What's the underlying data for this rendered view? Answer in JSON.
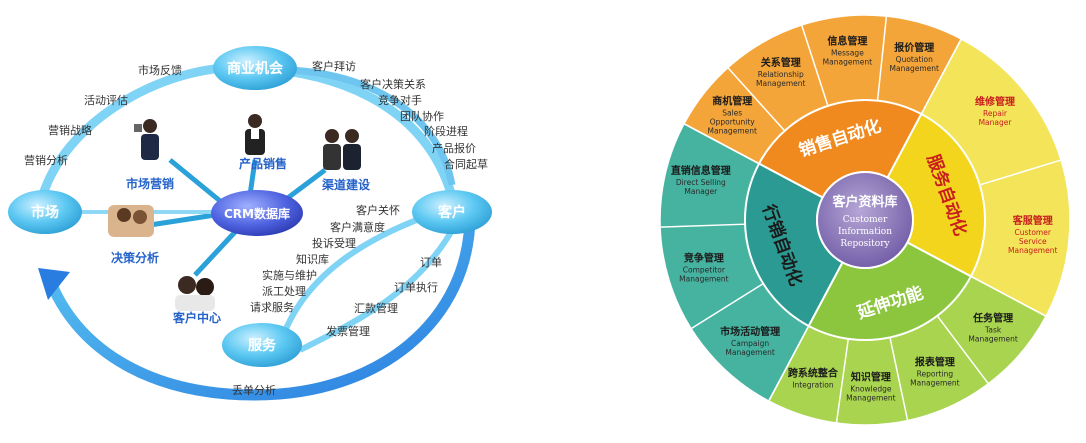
{
  "left": {
    "hubs": {
      "crm_db": "CRM数据库",
      "market": "市场",
      "opportunity": "商业机会",
      "customer": "客户",
      "service": "服务"
    },
    "roles": {
      "marketing": "市场营销",
      "product_sales": "产品销售",
      "channel": "渠道建设",
      "decision": "决策分析",
      "customer_center": "客户中心"
    },
    "upper_left_labels": [
      "市场反馈",
      "活动评估",
      "营销战略",
      "营销分析"
    ],
    "upper_right_labels": [
      "客户拜访",
      "客户决策关系",
      "竞争对手",
      "团队协作",
      "阶段进程",
      "产品报价",
      "合同起草"
    ],
    "service_inner_labels": [
      "客户关怀",
      "客户满意度",
      "投诉受理",
      "知识库",
      "实施与维护",
      "派工处理",
      "请求服务"
    ],
    "service_outer_labels": [
      "订单",
      "订单执行",
      "汇款管理",
      "发票管理"
    ],
    "bottom_label": "丢单分析"
  },
  "right": {
    "center": {
      "cn": "客户资料库",
      "en_lines": [
        "Customer",
        "Information",
        "Repository"
      ]
    },
    "ring_labels": {
      "sales": "销售自动化",
      "service": "服务自动化",
      "extension": "延伸功能",
      "marketing": "行销自动化"
    },
    "segments": [
      {
        "key": "relationship",
        "cn": "关系管理",
        "en": [
          "Relationship",
          "Management"
        ]
      },
      {
        "key": "message",
        "cn": "信息管理",
        "en": [
          "Message",
          "Management"
        ]
      },
      {
        "key": "quotation",
        "cn": "报价管理",
        "en": [
          "Quotation",
          "Management"
        ]
      },
      {
        "key": "opportunity",
        "cn": "商机管理",
        "en": [
          "Sales",
          "Opportunity",
          "Management"
        ]
      },
      {
        "key": "repair",
        "cn": "维修管理",
        "en": [
          "Repair",
          "Manager"
        ]
      },
      {
        "key": "custservice",
        "cn": "客服管理",
        "en": [
          "Customer",
          "Service",
          "Management"
        ]
      },
      {
        "key": "task",
        "cn": "任务管理",
        "en": [
          "Task",
          "Management"
        ]
      },
      {
        "key": "reporting",
        "cn": "报表管理",
        "en": [
          "Reporting",
          "Management"
        ]
      },
      {
        "key": "knowledge",
        "cn": "知识管理",
        "en": [
          "Knowledge",
          "Management"
        ]
      },
      {
        "key": "integration",
        "cn": "跨系统整合",
        "en": [
          "Integration"
        ]
      },
      {
        "key": "campaign",
        "cn": "市场活动管理",
        "en": [
          "Campaign",
          "Management"
        ]
      },
      {
        "key": "competitor",
        "cn": "竞争管理",
        "en": [
          "Competitor",
          "Management"
        ]
      },
      {
        "key": "directselling",
        "cn": "直销信息管理",
        "en": [
          "Direct Selling",
          "Manager"
        ]
      }
    ]
  }
}
